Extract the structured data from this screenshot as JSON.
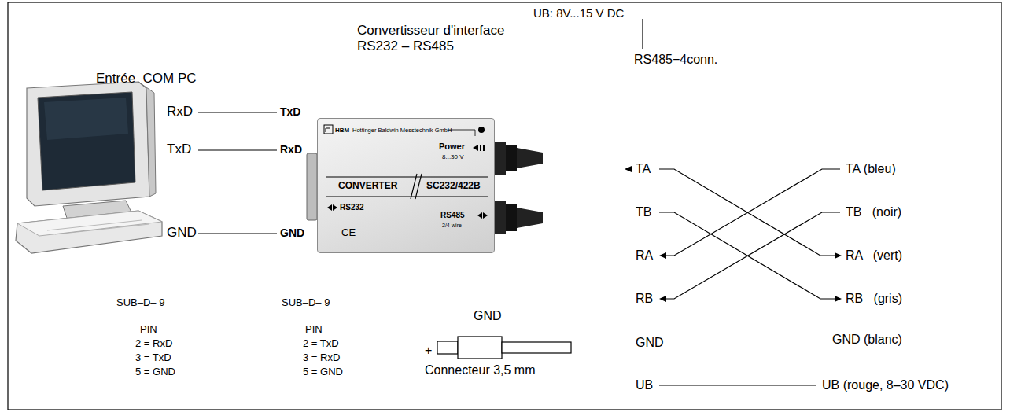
{
  "diagram": {
    "nodes": [
      {
        "text": [
          "Convertisseur d'interface RS232 – RS485",
          "HBM",
          "Hottinger Baldwin Messtechnik GmbH",
          "Power",
          "8...30 V",
          "CONVERTER",
          "SC232/422B",
          "RS232",
          "RS485",
          "2/4-wire",
          "CE"
        ]
      }
    ],
    "labels": [
      "UB: 8V...15 V DC",
      "Entrée  COM PC",
      "RxD",
      "TxD",
      "GND",
      "TxD",
      "RxD",
      "GND",
      "RS485−4conn.",
      "TA",
      "TB",
      "RA",
      "RB",
      "GND",
      "UB",
      "TA (bleu)",
      "TB   (noir)",
      "RA   (vert)",
      "RB   (gris)",
      "GND (blanc)",
      "UB (rouge, 8–30 VDC)",
      "SUB–D– 9",
      "PIN",
      "2 = RxD",
      "3 = TxD",
      "5 = GND",
      "SUB–D– 9",
      "PIN",
      "2 = TxD",
      "3 = RxD",
      "5 = GND",
      "GND",
      "+",
      "Connecteur 3,5 mm"
    ]
  }
}
